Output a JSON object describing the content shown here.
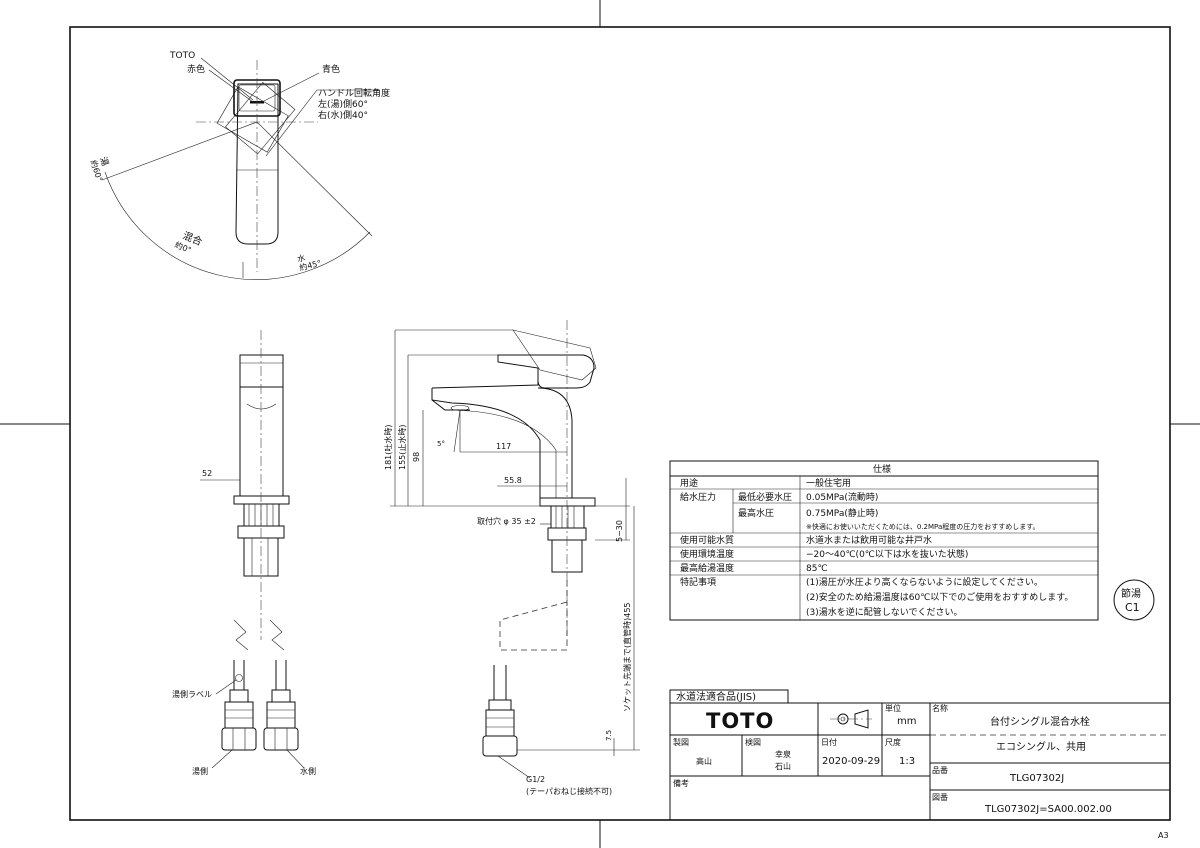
{
  "top_view": {
    "brand": "TOTO",
    "red": "赤色",
    "blue": "青色",
    "rotation_title": "ハンドル回転角度",
    "rotation_left": "左(湯)側60°",
    "rotation_right": "右(水)側40°",
    "hot_label": "湯",
    "hot_angle": "約60°",
    "mix_label": "混合",
    "mix_angle": "約0°",
    "cold_label": "水",
    "cold_angle": "約45°"
  },
  "front_view": {
    "dim_52": "52",
    "hot_label_tag": "湯側ラベル",
    "hot_side": "湯側",
    "cold_side": "水側"
  },
  "side_view": {
    "dim_181": "181(吐水時)",
    "dim_155": "155(止水時)",
    "dim_98": "98",
    "dim_5deg": "5°",
    "dim_117": "117",
    "dim_558": "55.8",
    "mount_hole": "取付穴 φ 35 ±2",
    "dim_5_30": "5~30",
    "dim_455": "ソケット先端まで(直管時)455",
    "dim_75": "7.5",
    "thread": "G1/2",
    "thread_note": "(テーパおねじ接続不可)"
  },
  "spec": {
    "title": "仕様",
    "rows": {
      "use_label": "用途",
      "use_value": "一般住宅用",
      "pressure_label": "給水圧力",
      "min_label": "最低必要水圧",
      "min_value": "0.05MPa(流動時)",
      "max_label": "最高水圧",
      "max_value": "0.75MPa(静止時)",
      "max_note": "※快適にお使いいただくためには、0.2MPa程度の圧力をおすすめします。",
      "quality_label": "使用可能水質",
      "quality_value": "水道水または飲用可能な井戸水",
      "env_label": "使用環境温度",
      "env_value": "−20〜40℃(0℃以下は水を抜いた状態)",
      "hot_label": "最高給湯温度",
      "hot_value": "85℃",
      "notes_label": "特記事項",
      "note1": "(1)湯圧が水圧より高くならないように設定してください。",
      "note2": "(2)安全のため給湯温度は60℃以下でのご使用をおすすめします。",
      "note3": "(3)湯水を逆に配管しないでください。"
    }
  },
  "stamp": {
    "line1": "節湯",
    "line2": "C1"
  },
  "title_block": {
    "jis": "水道法適合品(JIS)",
    "logo": "TOTO",
    "unit_label": "単位",
    "unit_value": "mm",
    "name_label": "名称",
    "name_value": "台付シングル混合水栓",
    "subname_value": "エコシングル、共用",
    "drawn_label": "製図",
    "drawn_value": "高山",
    "checked_label": "検図",
    "checked_value1": "幸泉",
    "checked_value2": "石山",
    "date_label": "日付",
    "date_value": "2020-09-29",
    "scale_label": "尺度",
    "scale_value": "1:3",
    "product_label": "品番",
    "product_value": "TLG07302J",
    "remarks_label": "備考",
    "drawing_no_label": "図番",
    "drawing_no_value": "TLG07302J=SA00.002.00"
  },
  "sheet_size": "A3"
}
